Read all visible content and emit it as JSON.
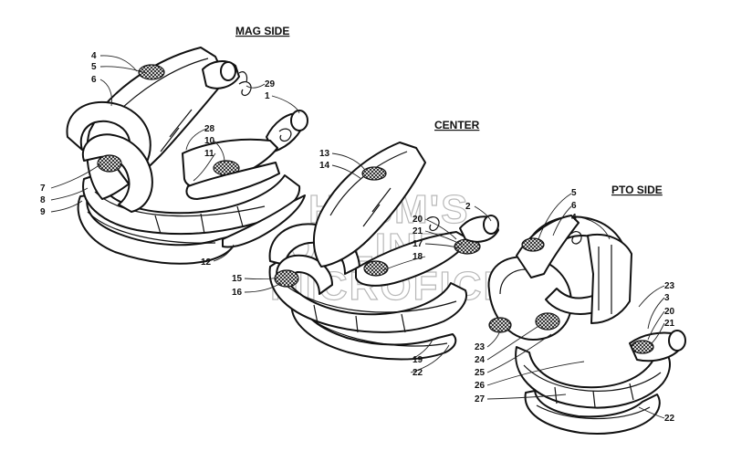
{
  "headings": {
    "mag_side": "MAG SIDE",
    "center": "CENTER",
    "pto_side": "PTO SIDE"
  },
  "watermark": [
    "HLSM'S",
    "ONLINE",
    "MICROFICHE"
  ],
  "callouts": {
    "mag": [
      {
        "id": "m4",
        "text": "4"
      },
      {
        "id": "m5",
        "text": "5"
      },
      {
        "id": "m6",
        "text": "6"
      },
      {
        "id": "m29",
        "text": "29"
      },
      {
        "id": "m1",
        "text": "1"
      },
      {
        "id": "m28",
        "text": "28"
      },
      {
        "id": "m10",
        "text": "10"
      },
      {
        "id": "m11",
        "text": "11"
      },
      {
        "id": "m7",
        "text": "7"
      },
      {
        "id": "m8",
        "text": "8"
      },
      {
        "id": "m9",
        "text": "9"
      },
      {
        "id": "m12",
        "text": "12"
      }
    ],
    "center": [
      {
        "id": "c13",
        "text": "13"
      },
      {
        "id": "c14",
        "text": "14"
      },
      {
        "id": "c2",
        "text": "2"
      },
      {
        "id": "c20",
        "text": "20"
      },
      {
        "id": "c21",
        "text": "21"
      },
      {
        "id": "c17",
        "text": "17"
      },
      {
        "id": "c18",
        "text": "18"
      },
      {
        "id": "c15",
        "text": "15"
      },
      {
        "id": "c16",
        "text": "16"
      },
      {
        "id": "c19",
        "text": "19"
      },
      {
        "id": "c22",
        "text": "22"
      }
    ],
    "pto": [
      {
        "id": "p5",
        "text": "5"
      },
      {
        "id": "p6",
        "text": "6"
      },
      {
        "id": "p4",
        "text": "4"
      },
      {
        "id": "p23a",
        "text": "23"
      },
      {
        "id": "p3",
        "text": "3"
      },
      {
        "id": "p20",
        "text": "20"
      },
      {
        "id": "p21",
        "text": "21"
      },
      {
        "id": "p23b",
        "text": "23"
      },
      {
        "id": "p24",
        "text": "24"
      },
      {
        "id": "p25",
        "text": "25"
      },
      {
        "id": "p26",
        "text": "26"
      },
      {
        "id": "p27",
        "text": "27"
      },
      {
        "id": "p22",
        "text": "22"
      }
    ]
  }
}
